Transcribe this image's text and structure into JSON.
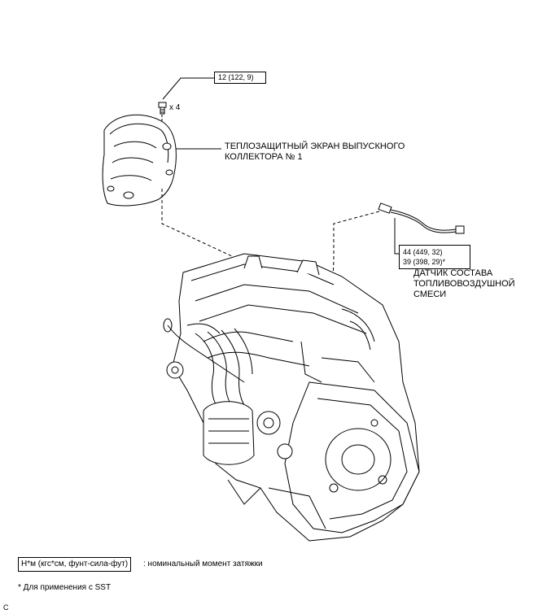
{
  "callouts": {
    "bolt_torque": "12 (122, 9)",
    "bolt_count": "x 4",
    "heat_shield_label": [
      "ТЕПЛОЗАЩИТНЫЙ ЭКРАН ВЫПУСКНОГО",
      "КОЛЛЕКТОРА № 1"
    ],
    "sensor_torque_1": "44 (449, 32)",
    "sensor_torque_2": "39 (398, 29)*",
    "sensor_label": [
      "ДАТЧИК СОСТАВА",
      "ТОПЛИВОВОЗДУШНОЙ",
      "СМЕСИ"
    ]
  },
  "legend": {
    "units_box": "Н*м (кгс*см, фунт-сила-фут)",
    "units_desc": ": номинальный момент затяжки",
    "sst_note": "* Для применения с SST"
  },
  "footer": {
    "code": "C"
  }
}
